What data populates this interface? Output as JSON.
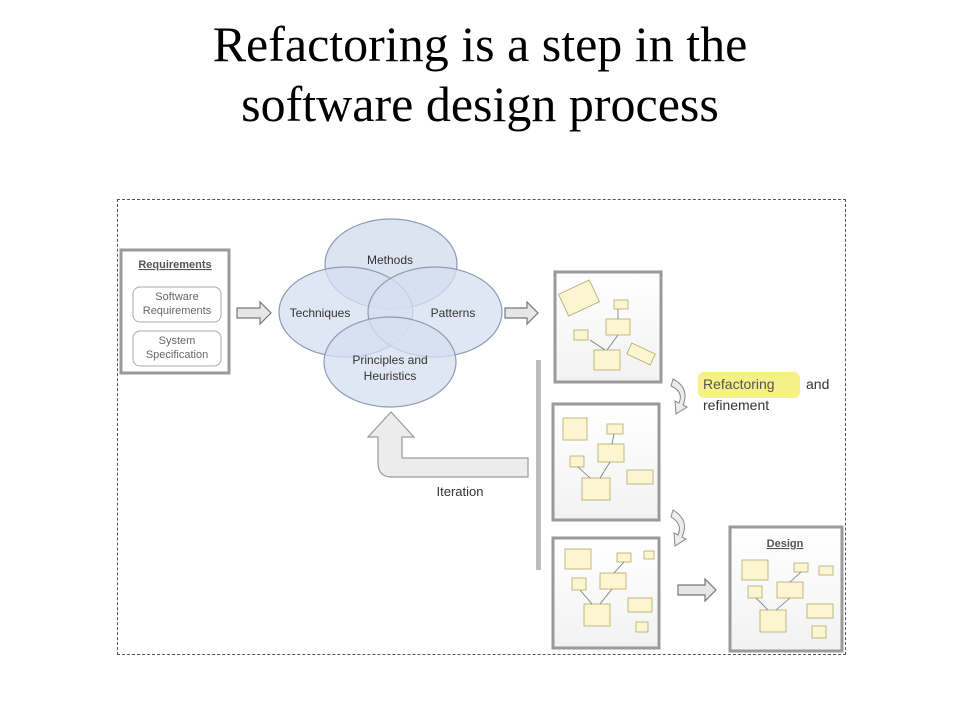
{
  "title": {
    "line1": "Refactoring is a step in the",
    "line2": "software design process"
  },
  "requirements": {
    "heading": "Requirements",
    "items": [
      {
        "line1": "Software",
        "line2": "Requirements"
      },
      {
        "line1": "System",
        "line2": "Specification"
      }
    ]
  },
  "venn": {
    "top": "Methods",
    "left": "Techniques",
    "right": "Patterns",
    "bottom_line1": "Principles and",
    "bottom_line2": "Heuristics"
  },
  "refactoring": {
    "highlight": "Refactoring",
    "rest": "and",
    "line2": "refinement"
  },
  "iteration": "Iteration",
  "design": {
    "heading": "Design"
  },
  "colors": {
    "venn_fill": "#d6dff0",
    "venn_stroke": "#8c9bb5",
    "highlight": "#f4f07a",
    "box_border": "#9a9a9a",
    "arrow_fill": "#e6e6e6"
  }
}
